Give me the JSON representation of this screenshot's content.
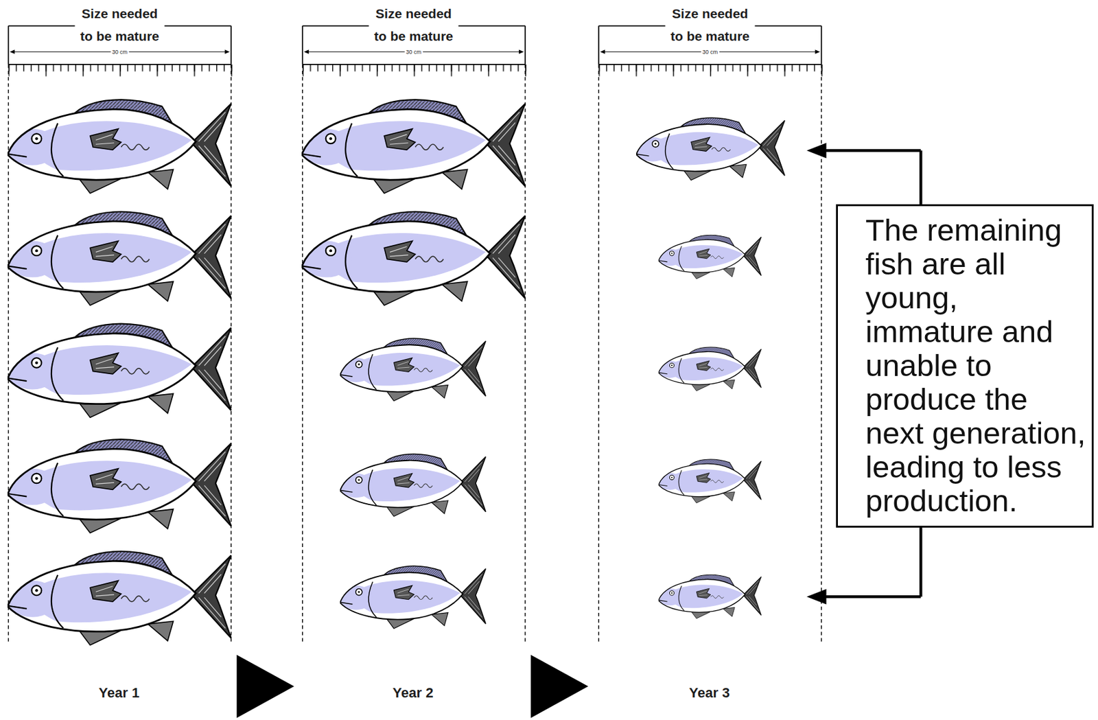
{
  "diagram": {
    "nodes": [
      {
        "text": [
          "The remaining fish are all young, immature and unable to produce the next generation, leading to less production."
        ]
      }
    ],
    "labels": [
      "Size needed to be mature",
      "30 cm",
      "Size needed to be mature",
      "30 cm",
      "Size needed to be mature",
      "30 cm",
      "Year 1",
      "Year 2",
      "Year 3"
    ]
  }
}
